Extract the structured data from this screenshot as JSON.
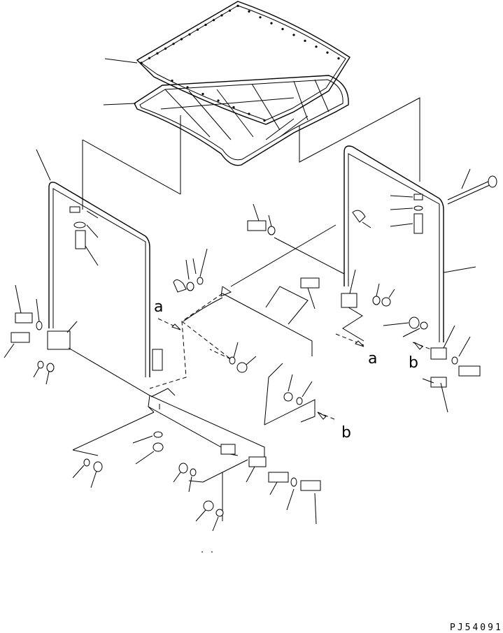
{
  "view_labels": {
    "a1": "a",
    "a2": "a",
    "b1": "b",
    "b2": "b"
  },
  "drawing_code": "PJ54091"
}
